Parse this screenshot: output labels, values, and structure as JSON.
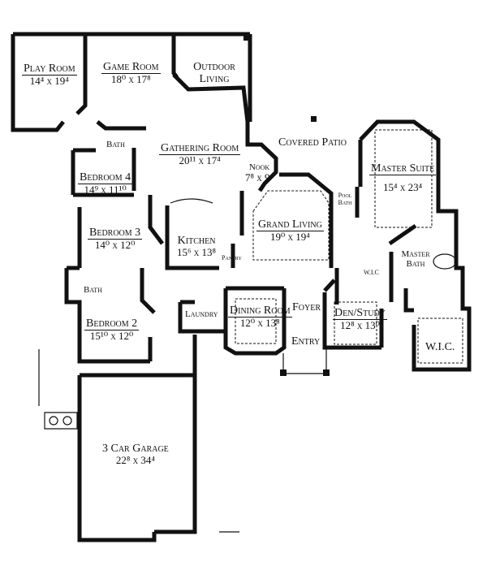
{
  "plan": {
    "rooms": [
      {
        "name": "Play Room",
        "dims": "14⁴ x 19⁴"
      },
      {
        "name": "Game Room",
        "dims": "18⁰ x 17⁸"
      },
      {
        "name": "Outdoor Living",
        "dims": ""
      },
      {
        "name": "Gathering Room",
        "dims": "20¹¹ x 17⁴"
      },
      {
        "name": "Covered Patio",
        "dims": ""
      },
      {
        "name": "Nook",
        "dims": "7⁸ x 9⁴"
      },
      {
        "name": "Master Suite",
        "dims": "15⁴ x 23⁴"
      },
      {
        "name": "Bedroom 4",
        "dims": "14⁹ x 11¹⁰"
      },
      {
        "name": "Grand Living",
        "dims": "19⁰ x 19⁴"
      },
      {
        "name": "Bedroom 3",
        "dims": "14⁰ x 12⁰"
      },
      {
        "name": "Kitchen",
        "dims": "15⁶ x 13⁸"
      },
      {
        "name": "Bedroom 2",
        "dims": "15¹⁰ x 12⁰"
      },
      {
        "name": "Dining Room",
        "dims": "12⁰ x 13⁸"
      },
      {
        "name": "Den/Study",
        "dims": "12⁸ x 13⁰"
      },
      {
        "name": "3 Car Garage",
        "dims": "22⁸ x 34⁴"
      }
    ],
    "minor_labels": {
      "bath_upper": "Bath",
      "bath_lower": "Bath",
      "pool_bath": "Pool Bath",
      "pantry": "Pantry",
      "laundry": "Laundry",
      "foyer": "Foyer",
      "entry": "Entry",
      "wic_small": "W.I.C",
      "master_bath": "Master Bath",
      "wic_large": "W.I.C."
    }
  }
}
